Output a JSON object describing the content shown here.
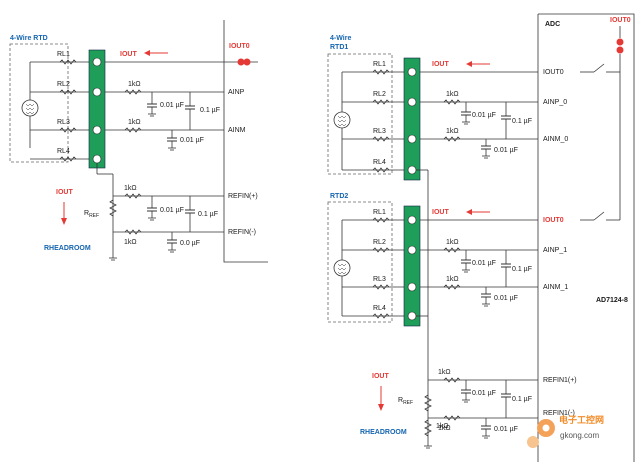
{
  "left": {
    "title": "4-Wire RTD",
    "rl": [
      "RL1",
      "RL2",
      "RL3",
      "RL4"
    ],
    "iout_arrow": "IOUT",
    "iout_pin": "IOUT0",
    "ainp": "AINP",
    "ainm": "AINM",
    "refinp": "REFIN(+)",
    "refinm": "REFIN(-)",
    "r1k": "1kΩ",
    "c001": "0.01 µF",
    "c01": "0.1 µF",
    "c00": "0.0 µF",
    "iout_down": "IOUT",
    "rref_main": "R",
    "rref_sub": "REF",
    "rheadroom": "RHEADROOM"
  },
  "right": {
    "adc": "ADC",
    "rtd1_line1": "4-Wire",
    "rtd1_line2": "RTD1",
    "rtd2": "RTD2",
    "rl": [
      "RL1",
      "RL2",
      "RL3",
      "RL4"
    ],
    "iout_arrow": "IOUT",
    "iout0": "IOUT0",
    "ainp0": "AINP_0",
    "ainm0": "AINM_0",
    "ainp1": "AINP_1",
    "ainm1": "AINM_1",
    "refinp": "REFIN1(+)",
    "refinm": "REFIN1(-)",
    "part": "AD7124-8",
    "r1k": "1kΩ",
    "c001": "0.01 µF",
    "c01": "0.1 µF",
    "iout_down": "IOUT",
    "rref_main": "R",
    "rref_sub": "REF",
    "rheadroom": "RHEADROOM"
  },
  "watermark": {
    "cn": "电子工控网",
    "url": "gkong.com"
  },
  "colors": {
    "terminal_green": "#1f9e5a",
    "label_blue": "#1565b0",
    "current_red": "#e53935"
  }
}
